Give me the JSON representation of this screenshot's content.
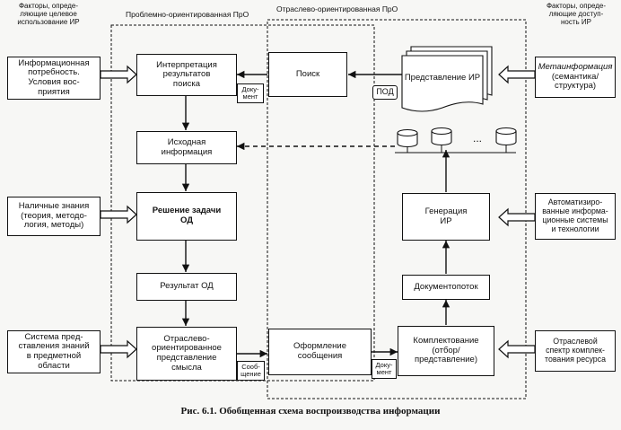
{
  "headers": {
    "left": "Факторы, опреде-\nляющие целевое\nиспользование ИР",
    "problem": "Проблемно-ориентированная ПрО",
    "industry": "Отраслево-ориентированная ПрО",
    "right": "Факторы, опреде-\nляющие доступ-\nность ИР"
  },
  "left_factors": {
    "f1": "Информационная\nпотребность.\nУсловия вос-\nприятия",
    "f2": "Наличные знания\n(теория, методо-\nлогия, методы)",
    "f3": "Система пред-\nставления знаний\nв предметной\nобласти"
  },
  "center": {
    "interp": "Интерпретация\nрезультатов\nпоиска",
    "source": "Исходная\nинформация",
    "solve": "Решение задачи\nОД",
    "result": "Результат ОД",
    "represent": "Отраслево-\nориентированное\nпредставление\nсмысла"
  },
  "middle": {
    "search": "Поиск",
    "format": "Оформление\nсообщения"
  },
  "right_col": {
    "repr_ir": "Представление ИР",
    "pod": "ПОД",
    "generation": "Генерация\nИР",
    "docflow": "Документопоток",
    "complect": "Комплектование\n(отбор/\nпредставление)",
    "dots": "..."
  },
  "right_factors": {
    "meta_title": "Метаинформация",
    "meta_sub": "(семантика/\nструктура)",
    "auto": "Автоматизиро-\nванные информа-\nционные системы\nи технологии",
    "spectrum": "Отраслевой\nспектр комплек-\nтования ресурса"
  },
  "tags": {
    "doc1": "Доку-\nмент",
    "message": "Сооб-\nщение",
    "doc2": "Доку-\nмент"
  },
  "caption": "Рис. 6.1. Обобщенная схема воспроизводства информации"
}
